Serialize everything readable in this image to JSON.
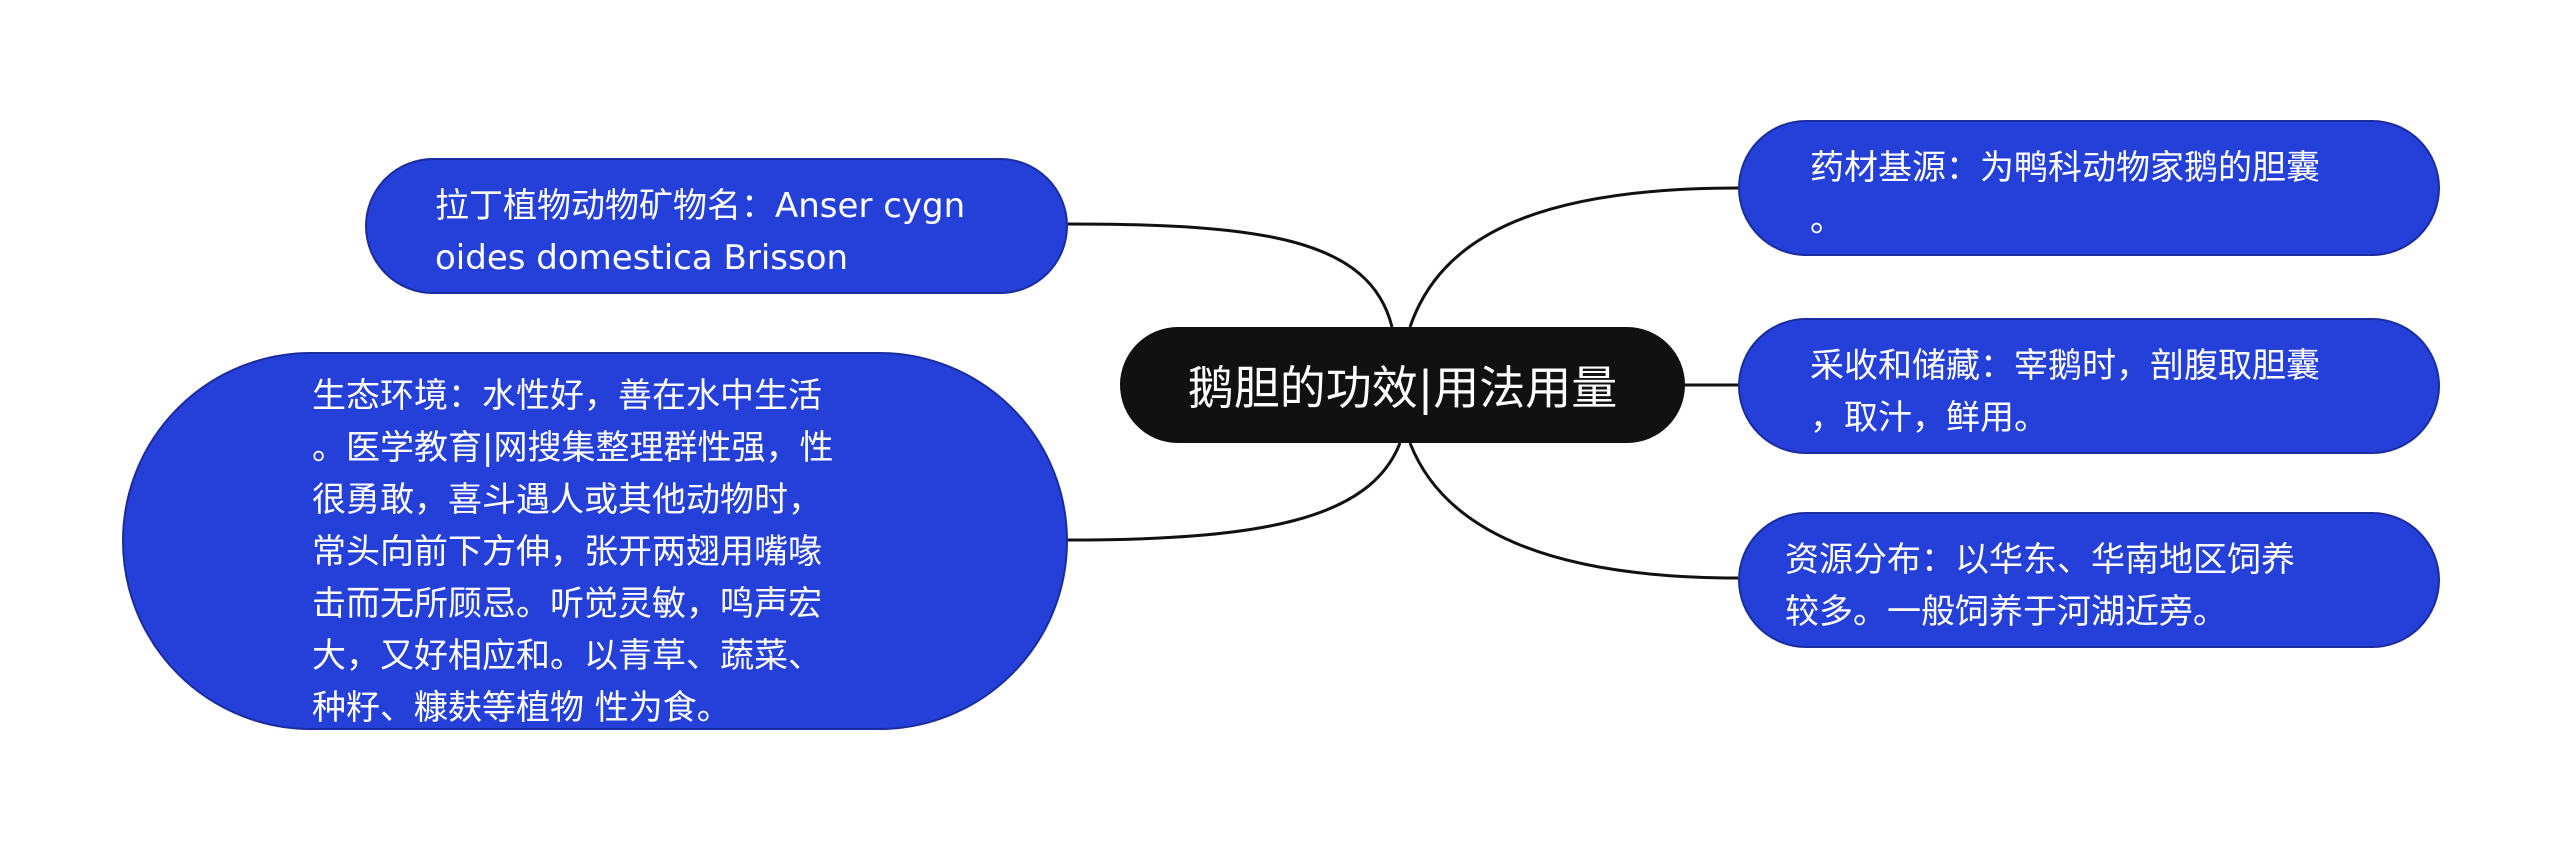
{
  "center": {
    "label": "鹅胆的功效|用法用量"
  },
  "left_nodes": [
    {
      "id": "latin-name",
      "lines": [
        "拉丁植物动物矿物名：Anser cygn",
        "oides domestica Brisson"
      ]
    },
    {
      "id": "ecology",
      "lines": [
        "生态环境：水性好，善在水中生活",
        "。医学教育|网搜集整理群性强，性",
        "很勇敢，喜斗遇人或其他动物时，",
        "常头向前下方伸，张开两翅用嘴喙",
        "击而无所顾忌。听觉灵敏，鸣声宏",
        "大，又好相应和。以青草、蔬菜、",
        "种籽、糠麸等植物 性为食。"
      ]
    }
  ],
  "right_nodes": [
    {
      "id": "source",
      "lines": [
        "药材基源：为鸭科动物家鹅的胆囊",
        "。"
      ]
    },
    {
      "id": "harvest",
      "lines": [
        "采收和储藏：宰鹅时，剖腹取胆囊",
        "，取汁，鲜用。"
      ]
    },
    {
      "id": "distribution",
      "lines": [
        "资源分布：以华东、华南地区饲养",
        "较多。一般饲养于河湖近旁。"
      ]
    }
  ],
  "colors": {
    "node_fill": "#2440d9",
    "center_fill": "#111111",
    "text": "#ffffff",
    "connector": "#111111"
  }
}
